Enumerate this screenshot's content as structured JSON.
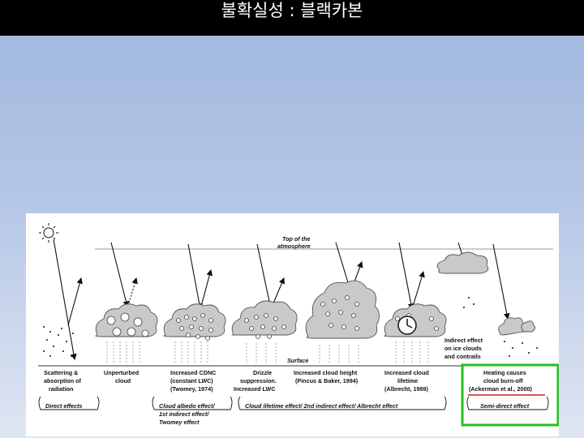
{
  "slide": {
    "title": "불확실성 : 블랙카본"
  },
  "figure": {
    "top_of_atmosphere": [
      "Top of the",
      "atmosphere"
    ],
    "surface": "Surface",
    "ice_cloud_label": [
      "Indirect effect",
      "on ice clouds",
      "and contrails"
    ],
    "columns": [
      {
        "lines": [
          "Scattering &",
          "absorption of",
          "radiation"
        ]
      },
      {
        "lines": [
          "Unperturbed",
          "cloud"
        ]
      },
      {
        "lines": [
          "Increased CDNC",
          "(constant LWC)",
          "(Twomey, 1974)"
        ]
      },
      {
        "lines": [
          "Drizzle",
          "suppression.",
          "Increased LWC"
        ]
      },
      {
        "lines": [
          "Increased cloud height",
          "(Pincus & Baker, 1994)"
        ]
      },
      {
        "lines": [
          "Increased cloud",
          "lifetime",
          "(Albrecht, 1989)"
        ]
      },
      {
        "lines": [
          "Heating causes",
          "cloud  burn-off",
          "(Ackerman et al., 2000)"
        ]
      }
    ],
    "effects": {
      "direct": "Direct effects",
      "cloud_albedo": [
        "Cloud albedo effect/",
        "1st indirect effect/",
        "Twomey effect"
      ],
      "cloud_lifetime": "Cloud lifetime effect/ 2nd indirect effect/ Albrecht effect",
      "semi_direct": "Semi-direct effect"
    },
    "colors": {
      "highlight_box": "#22c022",
      "underline": "#d01818"
    }
  }
}
